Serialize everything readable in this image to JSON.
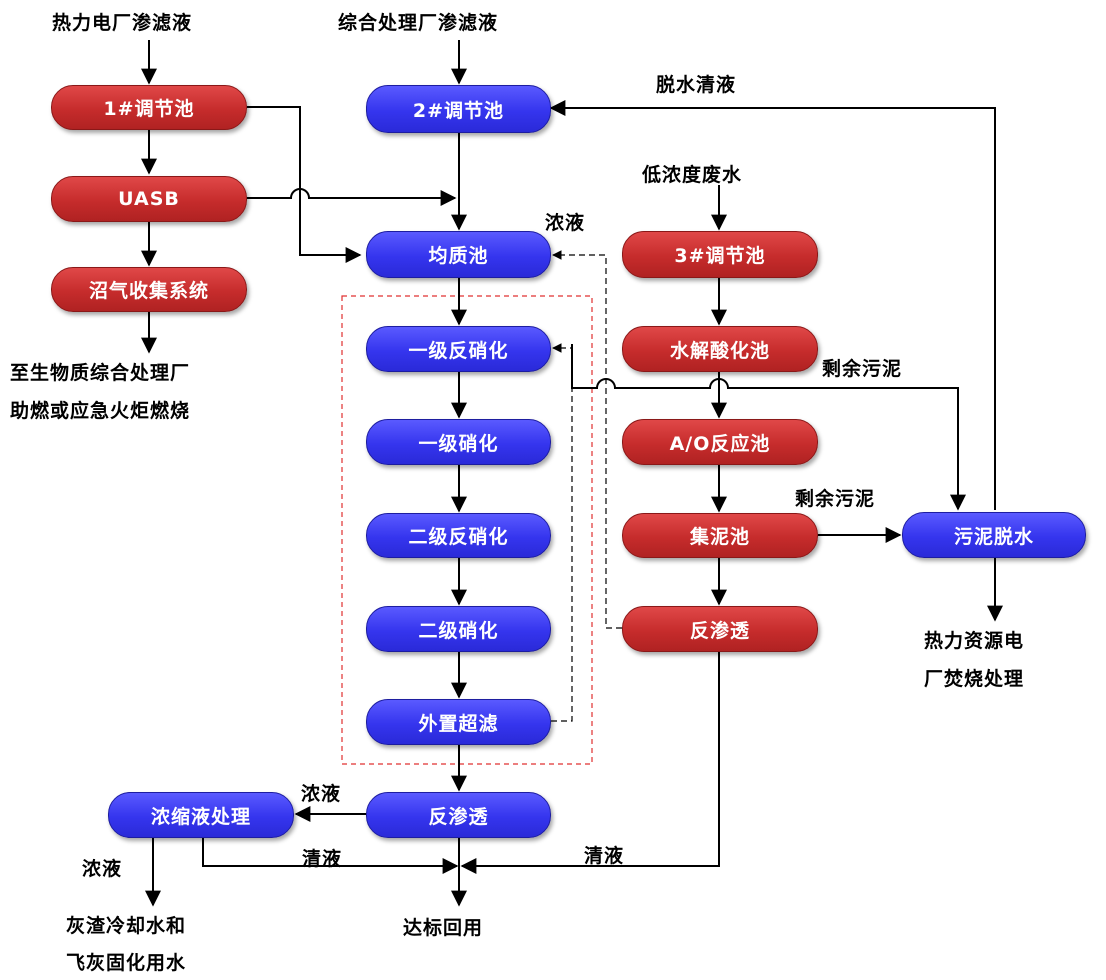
{
  "nodes": {
    "tank1": "1#调节池",
    "uasb": "UASB",
    "biogas": "沼气收集系统",
    "tank2": "2#调节池",
    "homog": "均质池",
    "denit1": "一级反硝化",
    "nit1": "一级硝化",
    "denit2": "二级反硝化",
    "nit2": "二级硝化",
    "uf": "外置超滤",
    "ro_main": "反渗透",
    "conc_treat": "浓缩液处理",
    "tank3": "3#调节池",
    "hydrolysis": "水解酸化池",
    "ao": "A/O反应池",
    "sludge_tank": "集泥池",
    "ro_right": "反渗透",
    "dewater": "污泥脱水"
  },
  "labels": {
    "thermal_leachate": "热力电厂渗滤液",
    "integrated_leachate": "综合处理厂渗滤液",
    "dewater_filtrate": "脱水清液",
    "low_conc_water": "低浓度废水",
    "conc_to_homog": "浓液",
    "excess_sludge_1": "剩余污泥",
    "excess_sludge_2": "剩余污泥",
    "biogas_dest_1": "至生物质综合处理厂",
    "biogas_dest_2": "助燃或应急火炬燃烧",
    "incineration_1": "热力资源电",
    "incineration_2": "厂焚烧处理",
    "conc_to_treat": "浓液",
    "conc_out": "浓液",
    "clear_left": "清液",
    "clear_right": "清液",
    "reuse": "达标回用",
    "ash_1": "灰渣冷却水和",
    "ash_2": "飞灰固化用水"
  },
  "colors": {
    "red_node": "#c62c2c",
    "blue_node": "#3535ee",
    "boundary": "#e03030"
  }
}
